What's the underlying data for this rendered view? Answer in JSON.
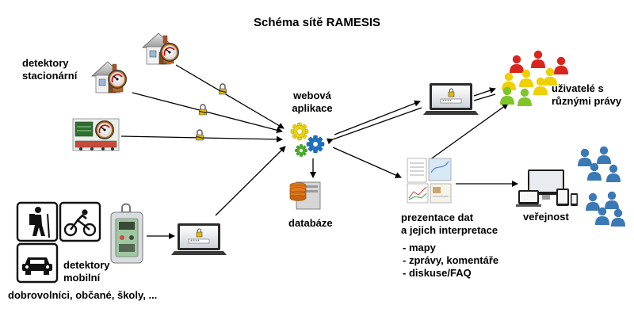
{
  "title": "Schéma sítě RAMESIS",
  "labels": {
    "detectors_stationary_1": "detektory",
    "detectors_stationary_2": "stacionární",
    "web_app_1": "webová",
    "web_app_2": "aplikace",
    "database": "databáze",
    "users_1": "uživatelé s",
    "users_2": "různými právy",
    "public": "veřejnost",
    "presentation_1": "prezentace dat",
    "presentation_2": "a jejich interpretace",
    "presentation_items": [
      "- mapy",
      "- zprávy, komentáře",
      "- diskuse/FAQ"
    ],
    "detectors_mobile_1": "detektory",
    "detectors_mobile_2": "mobilní",
    "volunteers": "dobrovolníci, občané, školy, ..."
  },
  "icons": {
    "house": "house-with-gauge-icon",
    "lab": "lab-with-gauge-icon",
    "lock": "padlock-icon",
    "laptop": "laptop-login-icon",
    "gears": "gears-icon",
    "database": "database-server-icon",
    "users_colored": "user-group-colored-icon",
    "users_blue": "user-group-blue-icon",
    "devices": "devices-icon",
    "hiker": "hiker-icon",
    "cyclist": "cyclist-icon",
    "car": "car-icon",
    "mobile_detector": "mobile-detector-icon",
    "reports": "reports-collage-icon"
  },
  "colors": {
    "gear_yellow": "#e8d21a",
    "gear_blue": "#1e73c8",
    "gear_green": "#4cae2e",
    "user_red": "#d9261c",
    "user_yellow": "#f0d000",
    "user_green": "#7fc62a",
    "user_blue": "#3b78b6"
  }
}
